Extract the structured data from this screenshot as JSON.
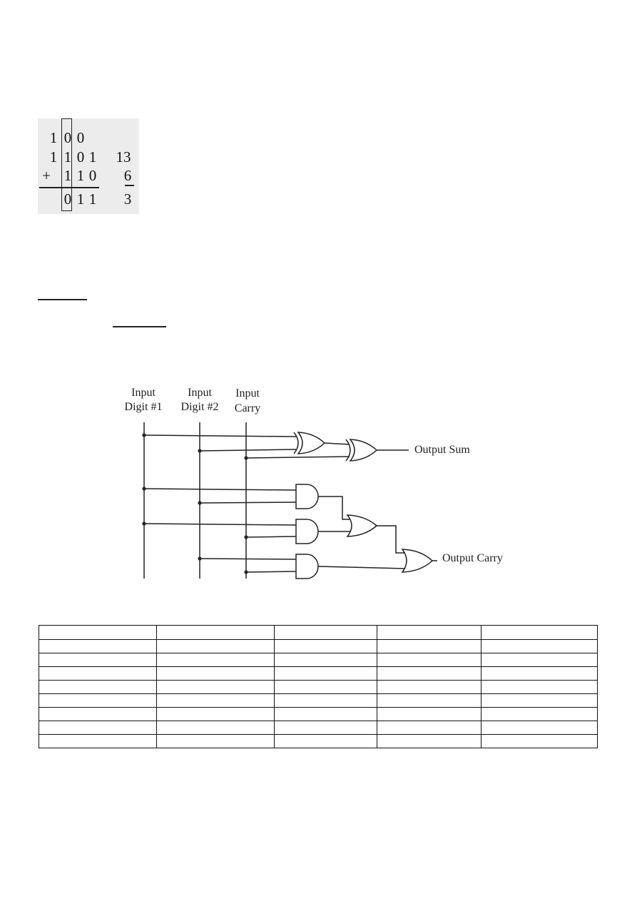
{
  "addition": {
    "carry_row": [
      "1",
      "0",
      "0"
    ],
    "addend1": [
      "1",
      "1",
      "0",
      "1"
    ],
    "addend1_decimal": "13",
    "operator": "+",
    "addend2": [
      "1",
      "1",
      "0"
    ],
    "addend2_decimal": "6",
    "result": [
      "0",
      "1",
      "1"
    ],
    "result_decimal": "3"
  },
  "circuit": {
    "input1_line1": "Input",
    "input1_line2": "Digit #1",
    "input2_line1": "Input",
    "input2_line2": "Digit #2",
    "input3_line1": "Input",
    "input3_line2": "Carry",
    "output_sum": "Output Sum",
    "output_carry": "Output Carry"
  },
  "table": {
    "columns": 5,
    "rows": 9
  }
}
